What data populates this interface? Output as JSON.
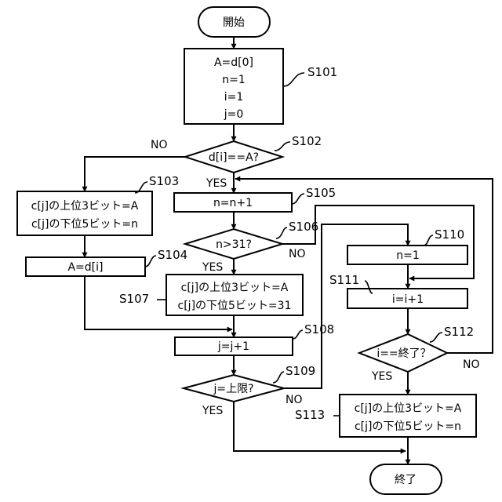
{
  "terminals": {
    "start": "開始",
    "end": "終了"
  },
  "processes": {
    "s101": [
      "A=d[0]",
      "n=1",
      "i=1",
      "j=0"
    ],
    "s103": [
      "c[j]の上位3ビット=A",
      "c[j]の下位5ビット=n"
    ],
    "s104": [
      "A=d[i]"
    ],
    "s105": [
      "n=n+1"
    ],
    "s107": [
      "c[j]の上位3ビット=A",
      "c[j]の下位5ビット=31"
    ],
    "s108": [
      "j=j+1"
    ],
    "s110": [
      "n=1"
    ],
    "s111": [
      "i=i+1"
    ],
    "s113": [
      "c[j]の上位3ビット=A",
      "c[j]の下位5ビット=n"
    ]
  },
  "decisions": {
    "s102": "d[i]==A?",
    "s106": "n>31?",
    "s109": "j=上限?",
    "s112": "i==終了？"
  },
  "step_labels": {
    "s101": "S101",
    "s102": "S102",
    "s103": "S103",
    "s104": "S104",
    "s105": "S105",
    "s106": "S106",
    "s107": "S107",
    "s108": "S108",
    "s109": "S109",
    "s110": "S110",
    "s111": "S111",
    "s112": "S112",
    "s113": "S113"
  },
  "branch_labels": {
    "s102_no": "NO",
    "s102_yes": "YES",
    "s106_yes": "YES",
    "s106_no": "NO",
    "s109_no": "NO",
    "s109_yes": "YES",
    "s112_yes": "YES",
    "s112_no": "NO"
  }
}
